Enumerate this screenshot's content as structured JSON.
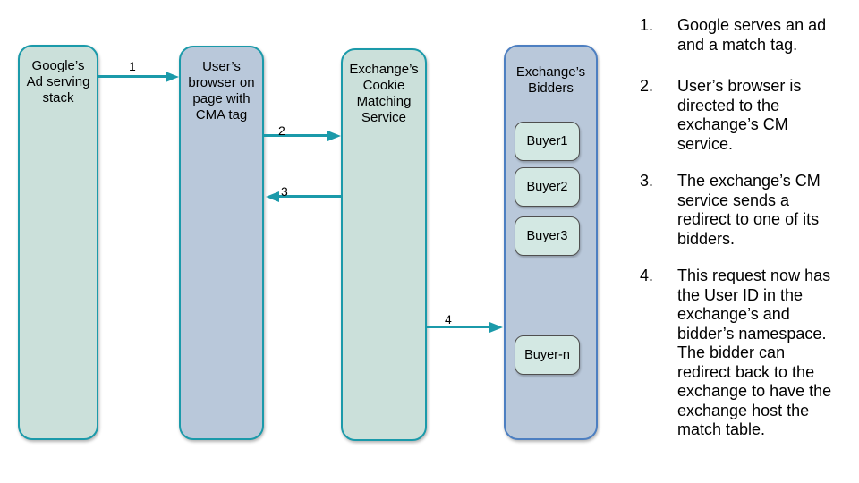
{
  "diagram": {
    "boxes": [
      {
        "id": "google-ad-serving-stack",
        "title": "Google’s\nAd serving\nstack"
      },
      {
        "id": "user-browser",
        "title": "User’s\nbrowser on\npage with\nCMA tag"
      },
      {
        "id": "exchange-cookie-matching-service",
        "title": "Exchange’s\nCookie\nMatching\nService"
      },
      {
        "id": "exchange-bidders",
        "title": "Exchange’s\nBidders"
      }
    ],
    "buyers": [
      "Buyer1",
      "Buyer2",
      "Buyer3",
      "Buyer-n"
    ],
    "arrows": [
      {
        "label": "1",
        "from": "google-ad-serving-stack",
        "to": "user-browser",
        "direction": "right"
      },
      {
        "label": "2",
        "from": "user-browser",
        "to": "exchange-cookie-matching-service",
        "direction": "right"
      },
      {
        "label": "3",
        "from": "exchange-cookie-matching-service",
        "to": "user-browser",
        "direction": "left"
      },
      {
        "label": "4",
        "from": "exchange-cookie-matching-service",
        "to": "exchange-bidders",
        "direction": "right"
      }
    ]
  },
  "steps": [
    {
      "num": "1.",
      "text": "Google serves an ad\nand a match tag."
    },
    {
      "num": "2.",
      "text": "User’s browser is\ndirected to the\nexchange’s CM\nservice."
    },
    {
      "num": "3.",
      "text": "The exchange’s CM\nservice sends a\nredirect to one of its\nbidders."
    },
    {
      "num": "4.",
      "text": "This request now has\nthe User ID in the\nexchange’s and\nbidder’s namespace.\nThe bidder can\nredirect back to the\nexchange to have the\nexchange host the\nmatch table."
    }
  ],
  "colors": {
    "accent-teal": "#1b9aaa",
    "green-fill": "#cbe0da",
    "blue-fill": "#b9c8da",
    "bidders-border": "#4d7fc1",
    "buyer-fill": "#d3e8e3",
    "buyer-border": "#4f4f4f",
    "text": "#000000"
  }
}
